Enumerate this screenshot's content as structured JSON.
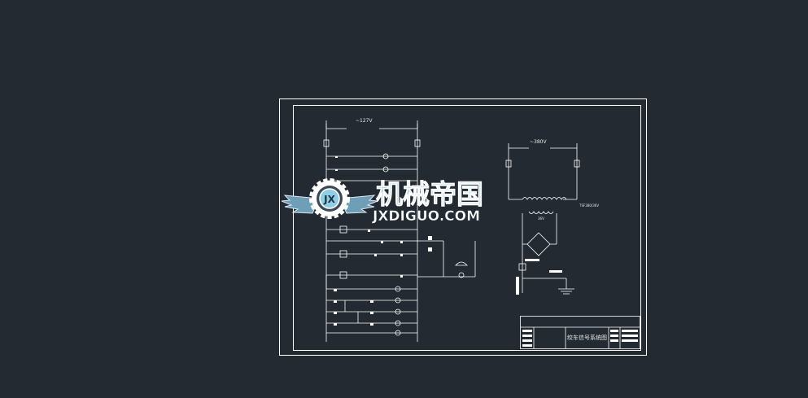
{
  "drawing": {
    "voltage_left": "~127V",
    "voltage_right": "~380V",
    "transformer_label": "TSF380/36V",
    "secondary_label": "36V",
    "title_block_name": "绞车信号系统图"
  },
  "watermark": {
    "badge_text": "JX",
    "title": "机械帝国",
    "url": "JXDIGUO.COM"
  },
  "colors": {
    "background": "#232a31",
    "line": "#ffffff",
    "watermark_title": "#9fd6ea",
    "watermark_url": "#ffffff"
  }
}
